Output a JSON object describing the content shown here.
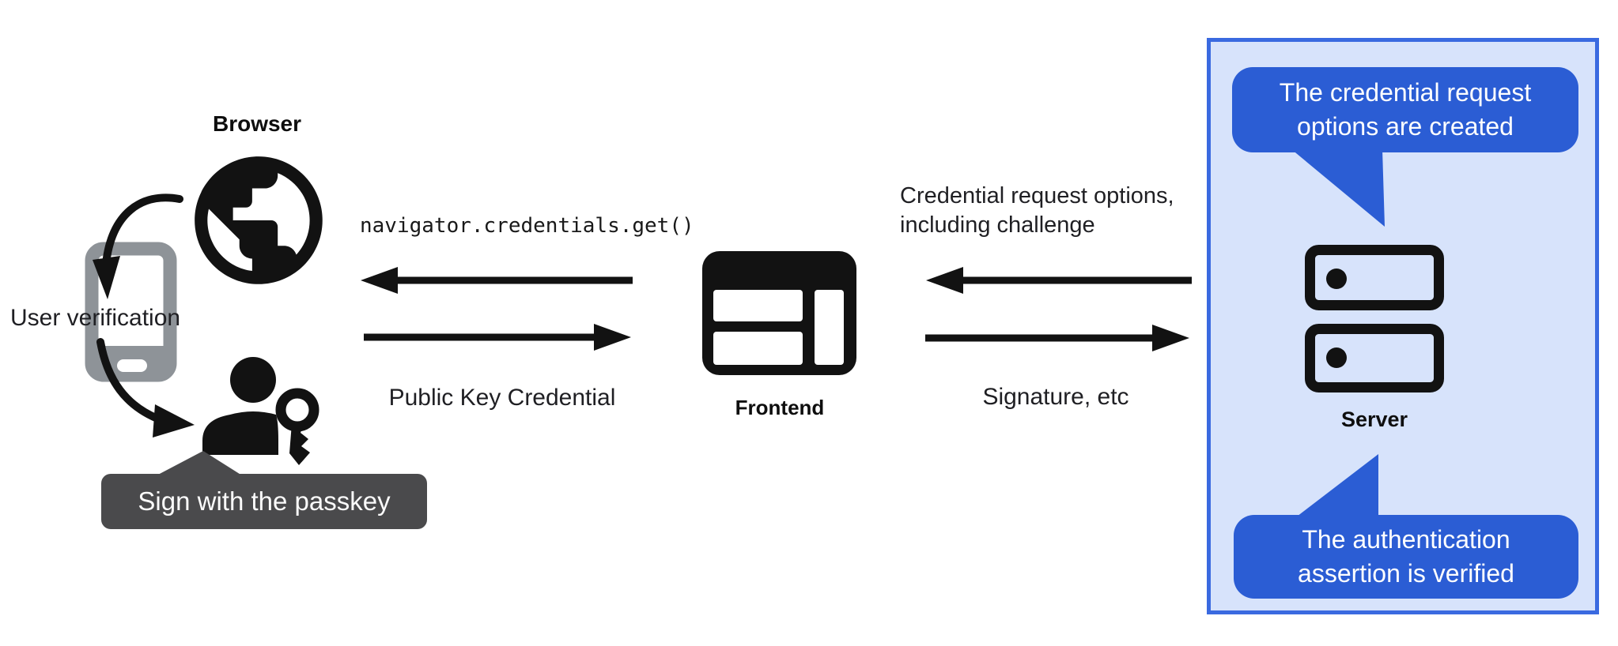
{
  "colors": {
    "bubble_blue": "#2b5dd4",
    "panel_bg": "#d7e3fb",
    "panel_border": "#3a6ae0",
    "tooltip_gray": "#4a4a4c",
    "phone_gray": "#8e9398",
    "ink": "#121212"
  },
  "left": {
    "browser_label": "Browser",
    "user_verification_label": "User verification",
    "passkey_tooltip": "Sign with the passkey"
  },
  "center": {
    "api_call": "navigator.credentials.get()",
    "public_key_credential_label": "Public Key Credential",
    "frontend_label": "Frontend"
  },
  "right": {
    "request_label": "Credential request options,\nincluding challenge",
    "response_label": "Signature, etc"
  },
  "panel": {
    "server_label": "Server",
    "top_callout": "The credential request options are created",
    "bottom_callout": "The authentication assertion is verified"
  },
  "icons": {
    "browser": "globe-icon",
    "user_verification": "smartphone-icon",
    "user": "person-with-passkey-icon",
    "frontend": "browser-window-icon",
    "server": "server-stack-icon"
  }
}
